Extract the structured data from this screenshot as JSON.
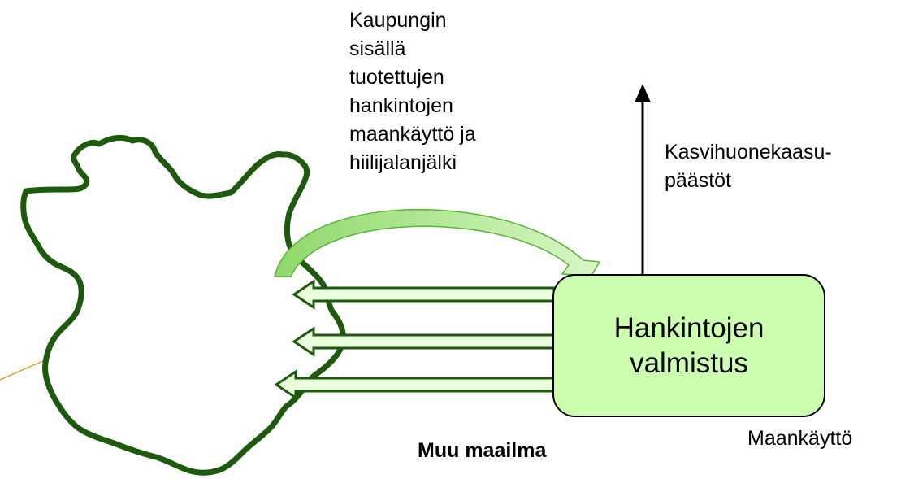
{
  "labels": {
    "city_production_note": "Kaupungin\nsisällä\ntuotettujen\nhankintojen\nmaankäyttö ja\nhiilijalanjälki",
    "emissions": "Kasvihuonekaasu-\npäästöt",
    "manufacturing_box": "Hankintojen\nvalmistus",
    "rest_of_world": "Muu maailma",
    "land_use": "Maankäyttö"
  },
  "colors": {
    "city_outline": "#1d5a0e",
    "box_fill": "#ccffb0",
    "arrow_fill": "#eaffdc",
    "arrow_stroke": "#1d5a0e",
    "curved_arrow_fill": "#a8e58a",
    "curved_arrow_stroke": "#4fa832",
    "leader_line": "#d9a520"
  }
}
